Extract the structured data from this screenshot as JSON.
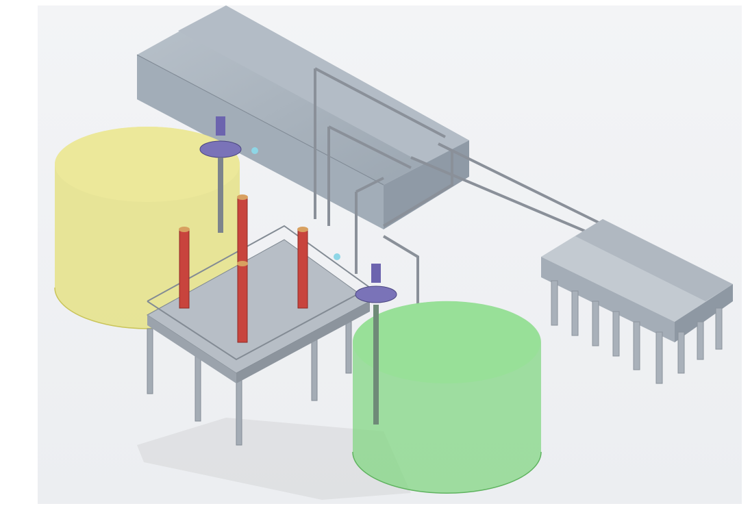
{
  "scene": {
    "components": [
      {
        "id": "yellow-tank",
        "icon": "cylinder-tank-icon",
        "color": "#e3e07a"
      },
      {
        "id": "green-tank",
        "icon": "cylinder-tank-icon",
        "color": "#7fd67f"
      },
      {
        "id": "main-building",
        "icon": "building-icon",
        "color": "#aab4bf"
      },
      {
        "id": "side-structure",
        "icon": "pier-structure-icon",
        "color": "#b4bcc5"
      },
      {
        "id": "platform",
        "icon": "platform-icon",
        "color": "#9aa3ad"
      },
      {
        "id": "red-columns",
        "icon": "column-icon",
        "color": "#c8453f"
      },
      {
        "id": "agitators",
        "icon": "motor-icon",
        "color": "#7a73b8"
      },
      {
        "id": "pipes",
        "icon": "pipe-icon",
        "color": "#8c939b"
      }
    ]
  }
}
